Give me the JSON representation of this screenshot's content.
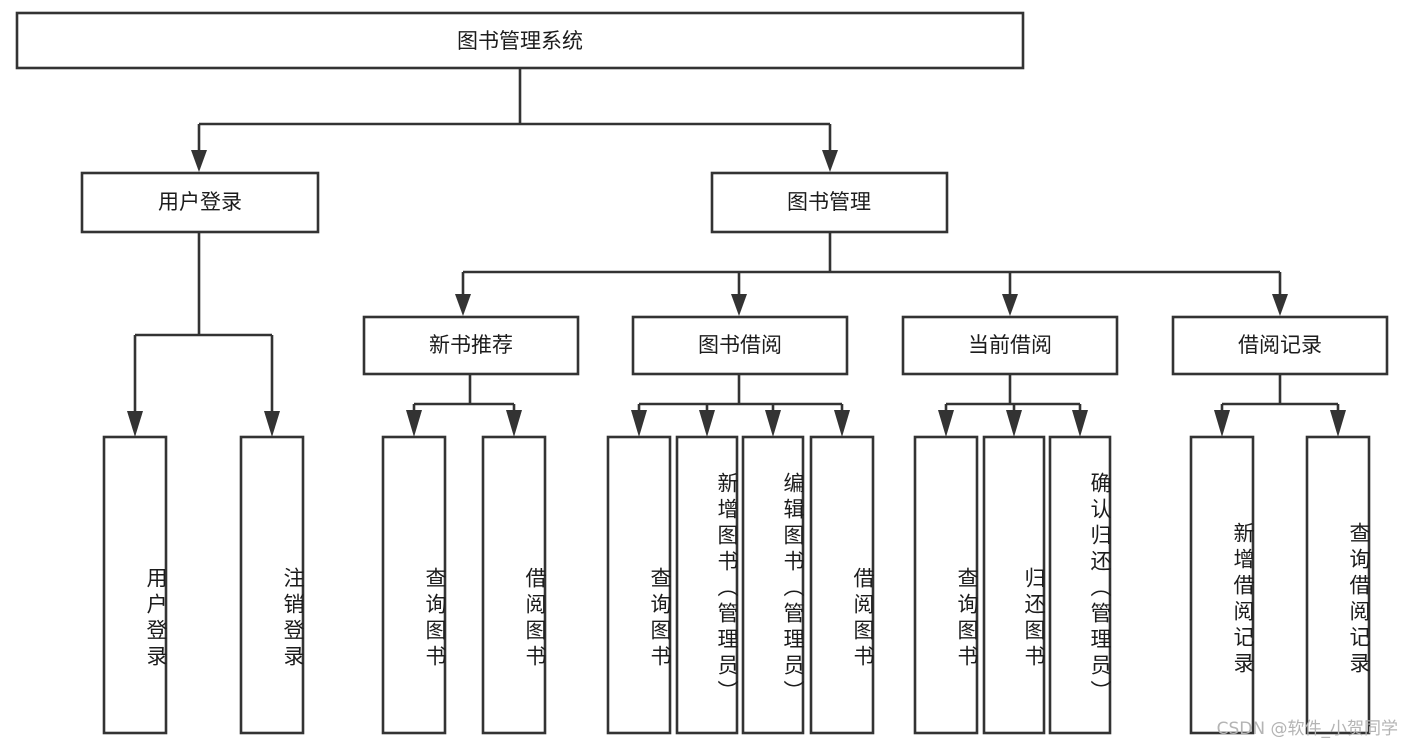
{
  "diagram": {
    "title": "图书管理系统",
    "type": "tree",
    "root": {
      "id": "root",
      "label": "图书管理系统"
    },
    "level2": [
      {
        "id": "user-login",
        "label": "用户登录"
      },
      {
        "id": "book-manage",
        "label": "图书管理"
      }
    ],
    "level3": [
      {
        "id": "new-book-recommend",
        "label": "新书推荐",
        "parent": "book-manage"
      },
      {
        "id": "book-borrow",
        "label": "图书借阅",
        "parent": "book-manage"
      },
      {
        "id": "current-borrow",
        "label": "当前借阅",
        "parent": "book-manage"
      },
      {
        "id": "borrow-record",
        "label": "借阅记录",
        "parent": "book-manage"
      }
    ],
    "leaves": [
      {
        "id": "leaf-user-login",
        "label": "用户登录",
        "parent": "user-login"
      },
      {
        "id": "leaf-logout-login",
        "label": "注销登录",
        "parent": "user-login"
      },
      {
        "id": "leaf-query-book-1",
        "label": "查询图书",
        "parent": "new-book-recommend"
      },
      {
        "id": "leaf-borrow-book-1",
        "label": "借阅图书",
        "parent": "new-book-recommend"
      },
      {
        "id": "leaf-query-book-2",
        "label": "查询图书",
        "parent": "book-borrow"
      },
      {
        "id": "leaf-add-book",
        "label": "新增图书（管理员）",
        "parent": "book-borrow"
      },
      {
        "id": "leaf-edit-book",
        "label": "编辑图书（管理员）",
        "parent": "book-borrow"
      },
      {
        "id": "leaf-borrow-book-2",
        "label": "借阅图书",
        "parent": "book-borrow"
      },
      {
        "id": "leaf-query-book-3",
        "label": "查询图书",
        "parent": "current-borrow"
      },
      {
        "id": "leaf-return-book",
        "label": "归还图书",
        "parent": "current-borrow"
      },
      {
        "id": "leaf-confirm-return",
        "label": "确认归还（管理员）",
        "parent": "current-borrow"
      },
      {
        "id": "leaf-add-record",
        "label": "新增借阅记录",
        "parent": "borrow-record"
      },
      {
        "id": "leaf-query-record",
        "label": "查询借阅记录",
        "parent": "borrow-record"
      }
    ]
  },
  "watermark": {
    "text": "CSDN @软件_小贺同学"
  },
  "colors": {
    "stroke": "#333333",
    "box_fill": "#ffffff",
    "text": "#1c1c1c",
    "watermark": "#b4b4b4",
    "background": "#ffffff"
  }
}
